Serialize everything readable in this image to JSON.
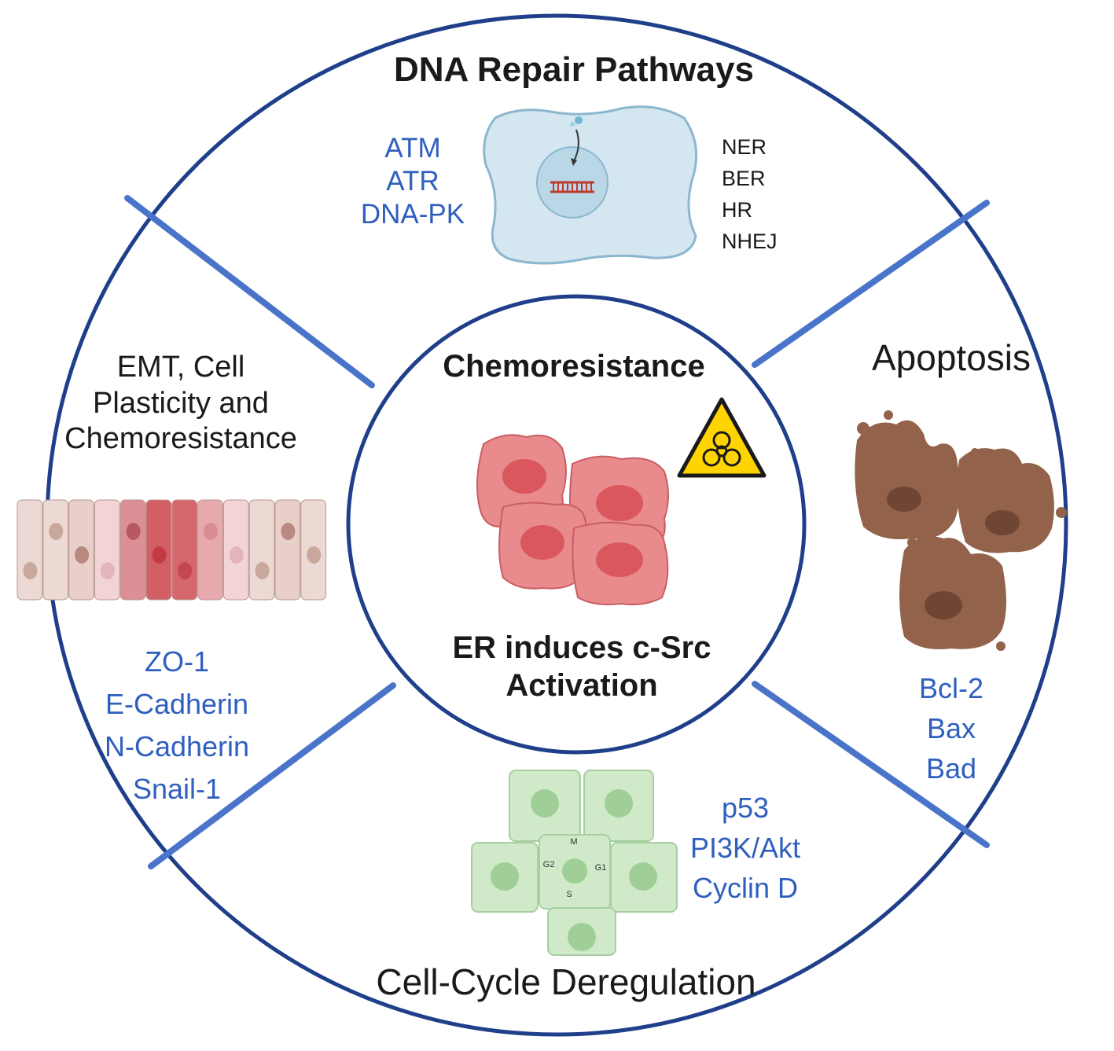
{
  "center": {
    "title": "Chemoresistance",
    "subtitle_line1": "ER induces c-Src",
    "subtitle_line2": "Activation",
    "hazard_icon": "biohazard-icon"
  },
  "dna_repair": {
    "title": "DNA Repair Pathways",
    "kinases": [
      "ATM",
      "ATR",
      "DNA-PK"
    ],
    "pathways": [
      "NER",
      "BER",
      "HR",
      "NHEJ"
    ]
  },
  "emt": {
    "title_lines": [
      "EMT, Cell",
      "Plasticity and",
      "Chemoresistance"
    ],
    "markers": [
      "ZO-1",
      "E-Cadherin",
      "N-Cadherin",
      "Snail-1"
    ]
  },
  "apoptosis": {
    "title": "Apoptosis",
    "markers": [
      "Bcl-2",
      "Bax",
      "Bad"
    ]
  },
  "cell_cycle": {
    "title": "Cell-Cycle Deregulation",
    "phase_labels": [
      "M",
      "G2",
      "G1",
      "S"
    ],
    "markers": [
      "p53",
      "PI3K/Akt",
      "Cyclin D"
    ]
  },
  "colors": {
    "ring": "#1f3f8a",
    "divider": "#4a74c9",
    "marker_text": "#2f5fbf",
    "tumor_cell": "#e6787c",
    "apoptotic_cell": "#93624a",
    "cycle_cell": "#cfe9c9"
  }
}
